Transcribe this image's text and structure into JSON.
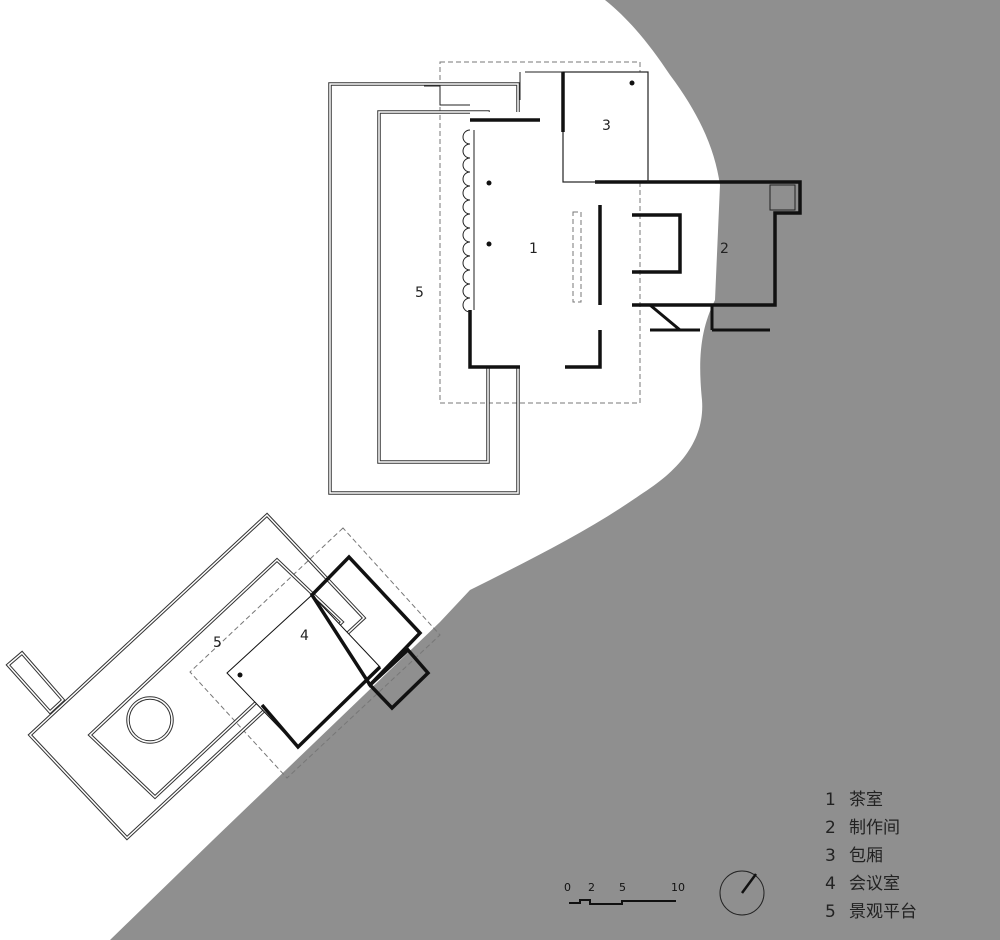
{
  "colors": {
    "terrain": "#8f8f8f",
    "background": "#ffffff",
    "walls": "#111111"
  },
  "room_labels": {
    "tea_room": "1",
    "workroom": "2",
    "private_room": "3",
    "meeting_room": "4",
    "terrace_main": "5",
    "terrace_lower": "5"
  },
  "legend": [
    {
      "num": "1",
      "label": "茶室"
    },
    {
      "num": "2",
      "label": "制作间"
    },
    {
      "num": "3",
      "label": "包厢"
    },
    {
      "num": "4",
      "label": "会议室"
    },
    {
      "num": "5",
      "label": "景观平台"
    }
  ],
  "scale_bar": {
    "ticks": [
      "0",
      "2",
      "5",
      "10"
    ]
  },
  "north_arrow": {
    "icon": "north-arrow-icon"
  }
}
